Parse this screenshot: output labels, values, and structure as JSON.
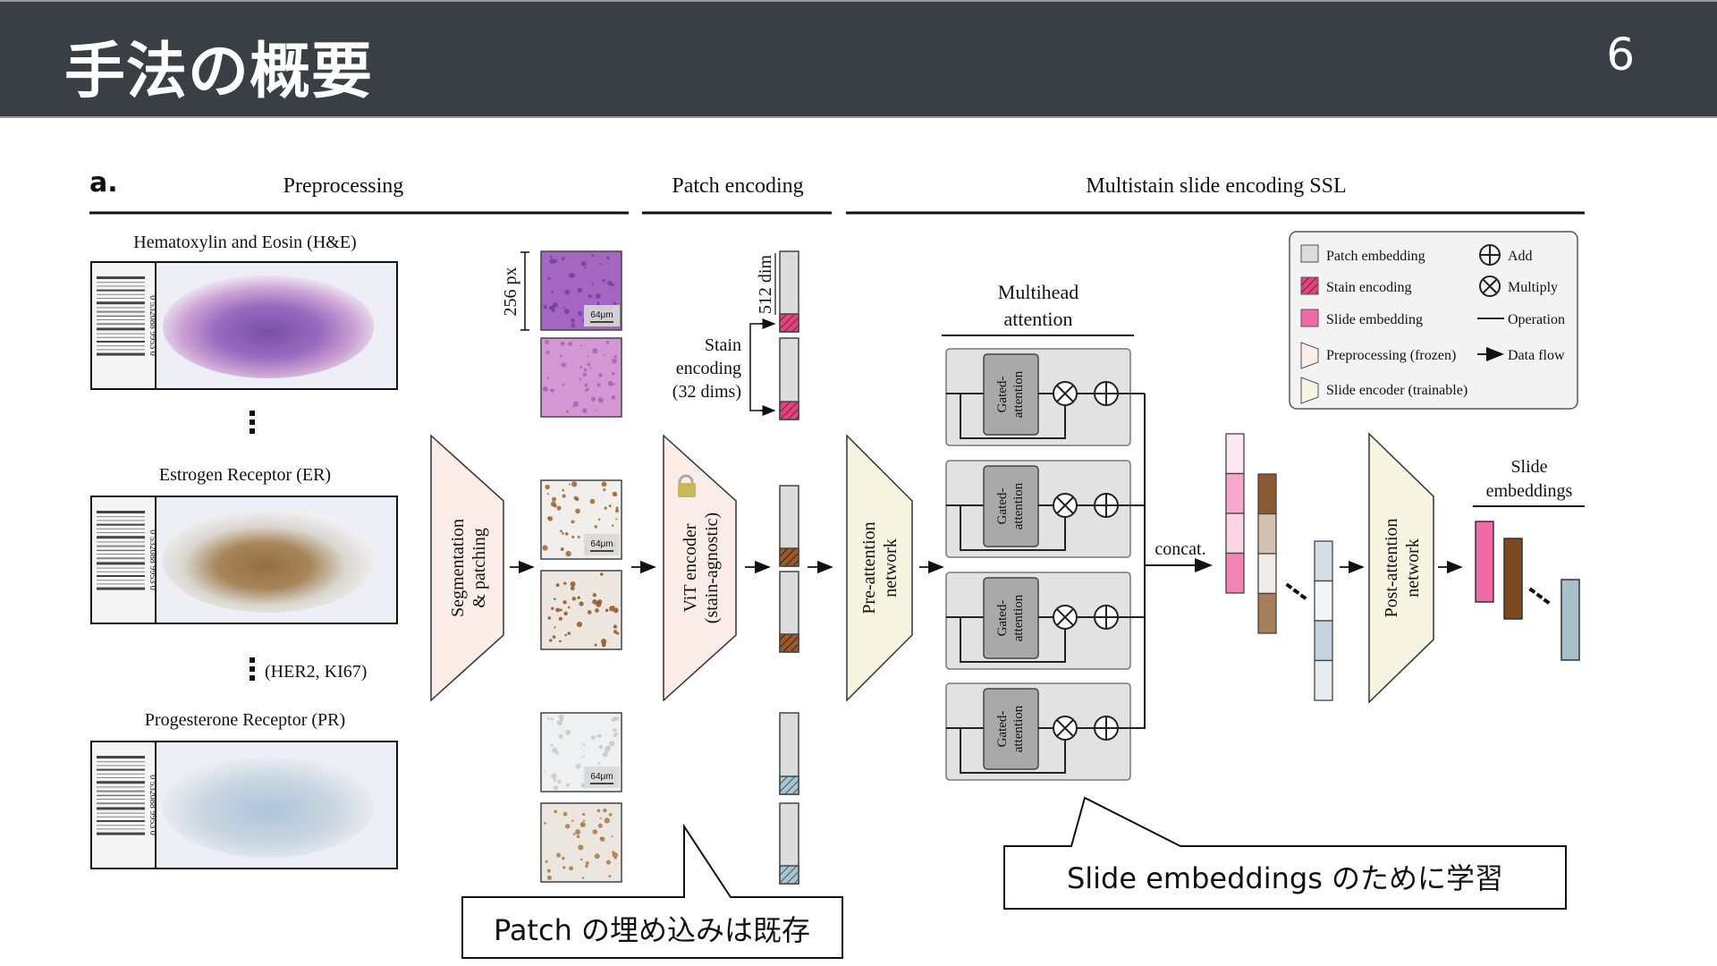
{
  "header": {
    "title": "手法の概要",
    "page_number": "6"
  },
  "figure": {
    "panel_label": "a.",
    "sections": {
      "preprocessing": "Preprocessing",
      "patch_encoding": "Patch encoding",
      "multistain": "Multistain slide encoding SSL"
    },
    "stains": {
      "he": "Hematoxylin and Eosin (H&E)",
      "er": "Estrogen Receptor (ER)",
      "others": "(HER2, KI67)",
      "pr": "Progesterone Receptor (PR)"
    },
    "barcode_number": "0 532088 9953 0",
    "patch_size_label": "256 px",
    "scale_bar_label": "64μm",
    "dim_label": "512 dim",
    "stain_encoding_label": [
      "Stain",
      "encoding",
      "(32 dims)"
    ],
    "segmentation_label": [
      "Segmentation",
      "& patching"
    ],
    "vit_label": [
      "ViT encoder",
      "(stain-agnostic)"
    ],
    "pre_attention_label": [
      "Pre-attention",
      "network"
    ],
    "multihead_label": [
      "Multihead",
      "attention"
    ],
    "gated_label": [
      "Gated-",
      "attention"
    ],
    "concat_label": "concat.",
    "post_attention_label": [
      "Post-attention",
      "network"
    ],
    "slide_embeddings_label": [
      "Slide",
      "embeddings"
    ],
    "legend": {
      "patch_embedding": "Patch embedding",
      "stain_encoding": "Stain encoding",
      "slide_embedding": "Slide embedding",
      "preprocessing_frozen": "Preprocessing (frozen)",
      "slide_encoder_trainable": "Slide encoder (trainable)",
      "add": "Add",
      "multiply": "Multiply",
      "operation": "Operation",
      "data_flow": "Data flow"
    },
    "colors": {
      "he_pink": "#e0457f",
      "er_brown": "#7a4a1e",
      "pr_blue": "#9fb8c6",
      "frozen_fill": "#fbece8",
      "trainable_fill": "#f7f5e1",
      "patch_gray": "#dcdcdc"
    }
  },
  "callouts": {
    "patch": "Patch の埋め込みは既存",
    "slide": "Slide embeddings のために学習"
  }
}
